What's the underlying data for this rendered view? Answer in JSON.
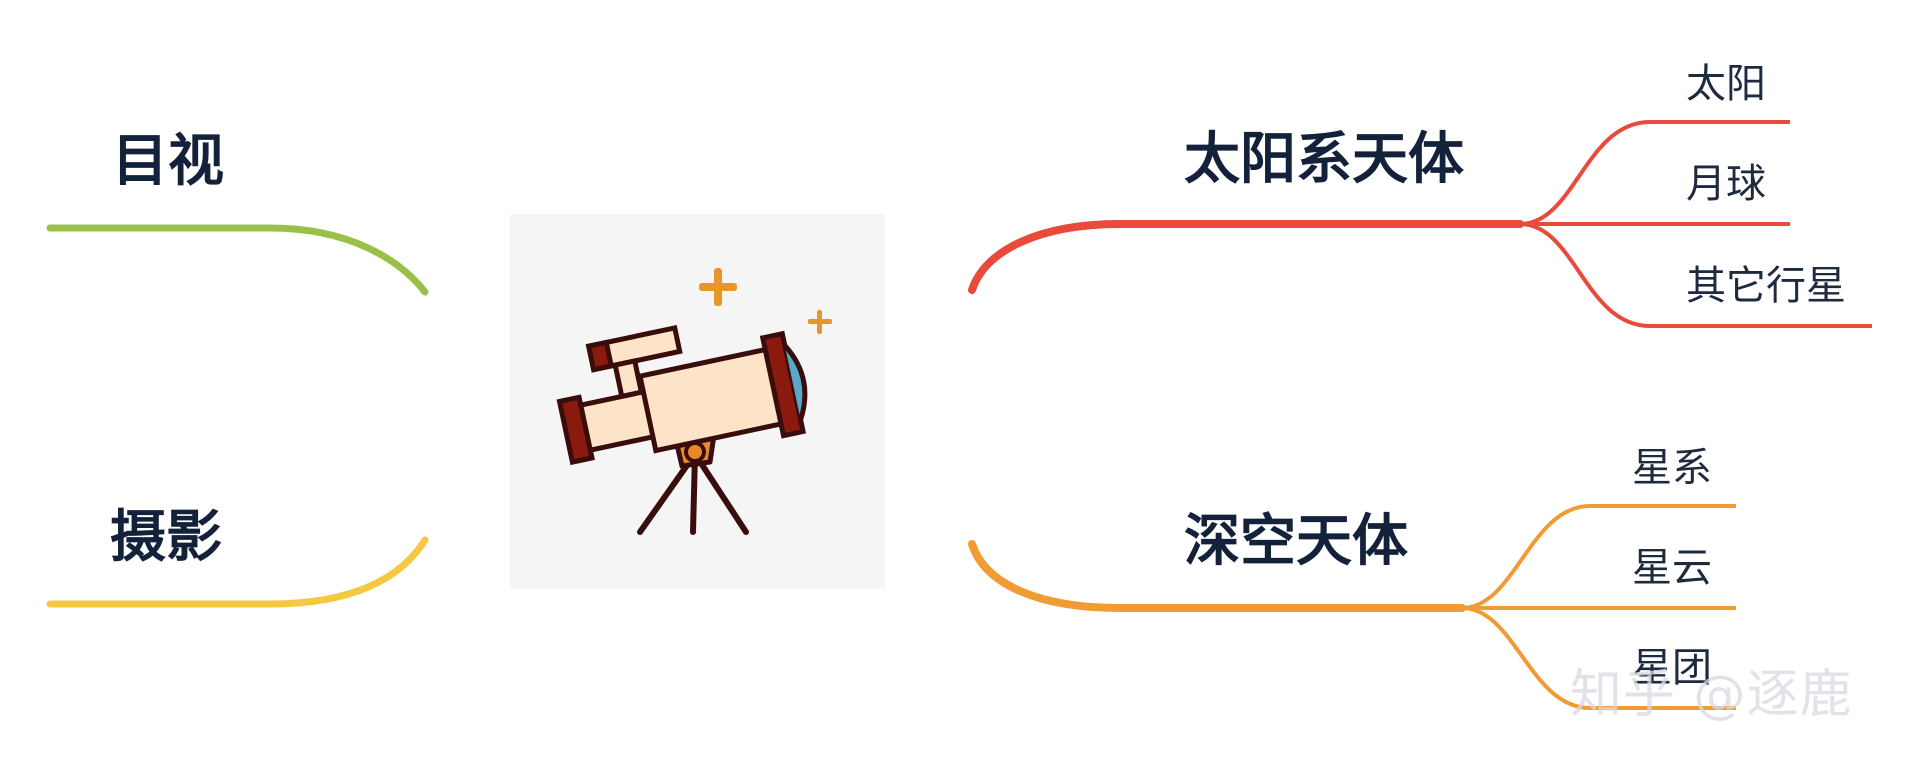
{
  "center": {
    "icon": "telescope-icon"
  },
  "left_branches": [
    {
      "id": "visual",
      "label": "目视",
      "color": "#9bc04a"
    },
    {
      "id": "photo",
      "label": "摄影",
      "color": "#f5c842"
    }
  ],
  "right_branches": [
    {
      "id": "solar",
      "label": "太阳系天体",
      "color": "#e84b3c",
      "children": [
        "太阳",
        "月球",
        "其它行星"
      ]
    },
    {
      "id": "deep",
      "label": "深空天体",
      "color": "#f09b33",
      "children": [
        "星系",
        "星云",
        "星团"
      ]
    }
  ],
  "watermark": "知乎 @逐鹿",
  "colors": {
    "telescope_outline": "#3a0d0d",
    "telescope_body": "#fde3c8",
    "telescope_accent": "#8b1a0e",
    "mount": "#e8892a",
    "sparkle": "#e8962a",
    "lens": "#5aa8c8"
  }
}
